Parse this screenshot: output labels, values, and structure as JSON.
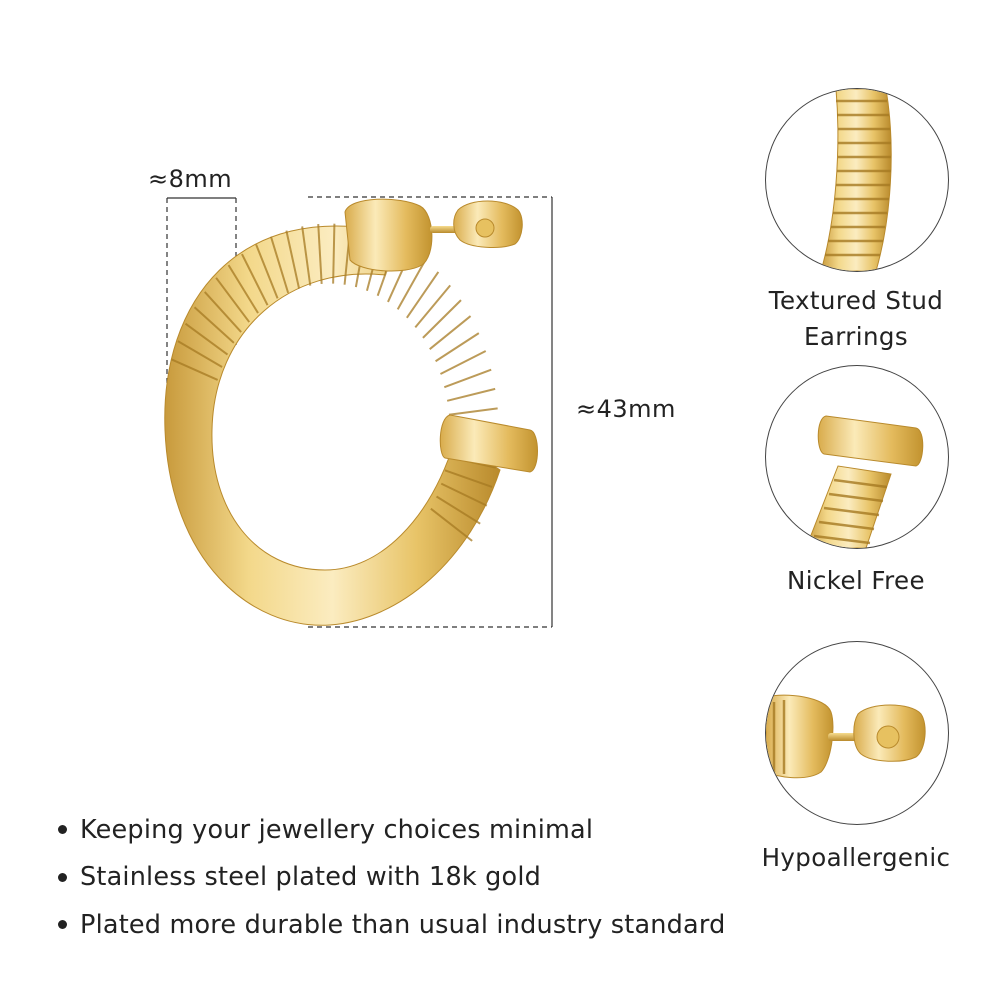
{
  "dimensions": {
    "width_label": "≈8mm",
    "height_label": "≈43mm"
  },
  "features": [
    {
      "label_line1": "Textured Stud",
      "label_line2": "Earrings",
      "icon": "textured-hoop-closeup-icon"
    },
    {
      "label_line1": "Nickel Free",
      "icon": "hoop-end-cap-closeup-icon"
    },
    {
      "label_line1": "Hypoallergenic",
      "icon": "stud-post-closeup-icon"
    }
  ],
  "bullets": [
    "Keeping your jewellery choices minimal",
    "Stainless steel plated with 18k gold",
    "Plated more durable than usual industry standard"
  ],
  "colors": {
    "gold_light": "#f8e3a0",
    "gold_mid": "#e6c063",
    "gold_dark": "#b98a2c",
    "text": "#222222"
  }
}
